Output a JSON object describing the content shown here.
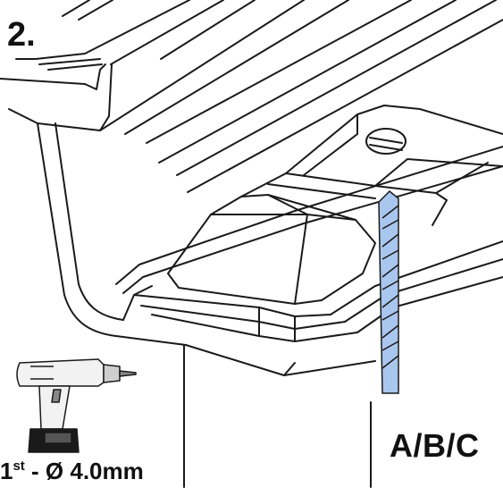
{
  "step": {
    "number": "2."
  },
  "tool": {
    "icon": "cordless-drill-icon",
    "bit_order": "1",
    "bit_order_suffix": "st",
    "bit_size": " - Ø 4.0mm"
  },
  "variant": {
    "label": "A/B/C"
  },
  "colors": {
    "line": "#1a1a1a",
    "drill_bit": "#a9c6ee",
    "drill_body": "#f2f2f2",
    "battery": "#1a1a1a"
  }
}
